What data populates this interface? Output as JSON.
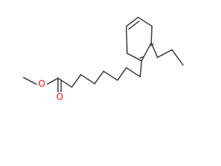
{
  "molecule": {
    "atoms": [
      {
        "id": "o_ester",
        "label": "O",
        "color": "#ff0d0d"
      },
      {
        "id": "o_carbonyl",
        "label": "O",
        "color": "#ff0d0d"
      }
    ],
    "bond_color": "#3a3a3a"
  }
}
